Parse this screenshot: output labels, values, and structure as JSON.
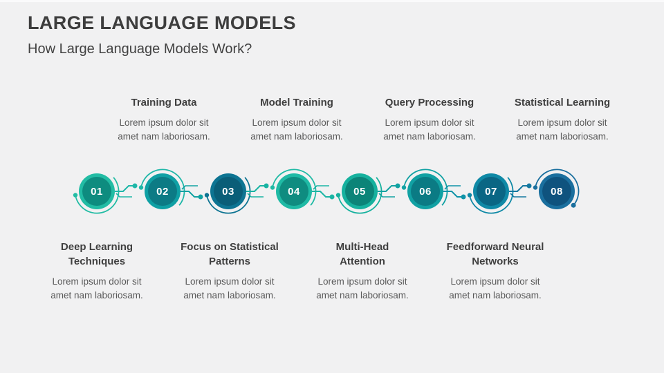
{
  "slide": {
    "title": "LARGE LANGUAGE MODELS",
    "subtitle": "How Large Language Models Work?"
  },
  "colors": {
    "background": "#F1F1F2",
    "heading_text": "#3F3F3F",
    "body_text": "#595959",
    "number_text": "#FFFFFF"
  },
  "top_items": [
    {
      "heading": [
        "Training Data"
      ],
      "body": [
        "Lorem ipsum dolor sit",
        "amet nam laboriosam."
      ]
    },
    {
      "heading": [
        "Model Training"
      ],
      "body": [
        "Lorem ipsum dolor sit",
        "amet nam laboriosam."
      ]
    },
    {
      "heading": [
        "Query Processing"
      ],
      "body": [
        "Lorem ipsum dolor sit",
        "amet nam laboriosam."
      ]
    },
    {
      "heading": [
        "Statistical Learning"
      ],
      "body": [
        "Lorem ipsum dolor sit",
        "amet nam laboriosam."
      ]
    }
  ],
  "bottom_items": [
    {
      "heading": [
        "Deep Learning",
        "Techniques"
      ],
      "body": [
        "Lorem ipsum dolor sit",
        "amet nam laboriosam."
      ]
    },
    {
      "heading": [
        "Focus on Statistical",
        "Patterns"
      ],
      "body": [
        "Lorem ipsum dolor sit",
        "amet nam laboriosam."
      ]
    },
    {
      "heading": [
        "Multi-Head",
        "Attention"
      ],
      "body": [
        "Lorem ipsum dolor sit",
        "amet nam laboriosam."
      ]
    },
    {
      "heading": [
        "Feedforward Neural",
        "Networks"
      ],
      "body": [
        "Lorem ipsum dolor sit",
        "amet nam laboriosam."
      ]
    }
  ],
  "timeline": {
    "steps": [
      {
        "number": "01",
        "fill": "#0E8C7F",
        "ring": "#22BCA4",
        "arc": "#22BCA4",
        "arc_position": "below"
      },
      {
        "number": "02",
        "fill": "#0C7B85",
        "ring": "#0FA0A4",
        "arc": "#1FB7A8",
        "arc_position": "above"
      },
      {
        "number": "03",
        "fill": "#0A5E78",
        "ring": "#0D7492",
        "arc": "#0D7492",
        "arc_position": "below"
      },
      {
        "number": "04",
        "fill": "#0F8C80",
        "ring": "#1FBAA5",
        "arc": "#1FBAA5",
        "arc_position": "above"
      },
      {
        "number": "05",
        "fill": "#0C8478",
        "ring": "#16B19E",
        "arc": "#16B19E",
        "arc_position": "below"
      },
      {
        "number": "06",
        "fill": "#0B7B84",
        "ring": "#11A1A3",
        "arc": "#11A1A3",
        "arc_position": "above"
      },
      {
        "number": "07",
        "fill": "#0A6684",
        "ring": "#0F89A6",
        "arc": "#0F89A6",
        "arc_position": "below"
      },
      {
        "number": "08",
        "fill": "#0F537E",
        "ring": "#1A6F9E",
        "arc": "#1A6F9E",
        "arc_position": "above"
      }
    ],
    "connector_colors": [
      "#1FB7A8",
      "#12A2A2",
      "#17B3A2",
      "#1AB5A4",
      "#12A2A2",
      "#0F93A8",
      "#1478A0"
    ]
  }
}
